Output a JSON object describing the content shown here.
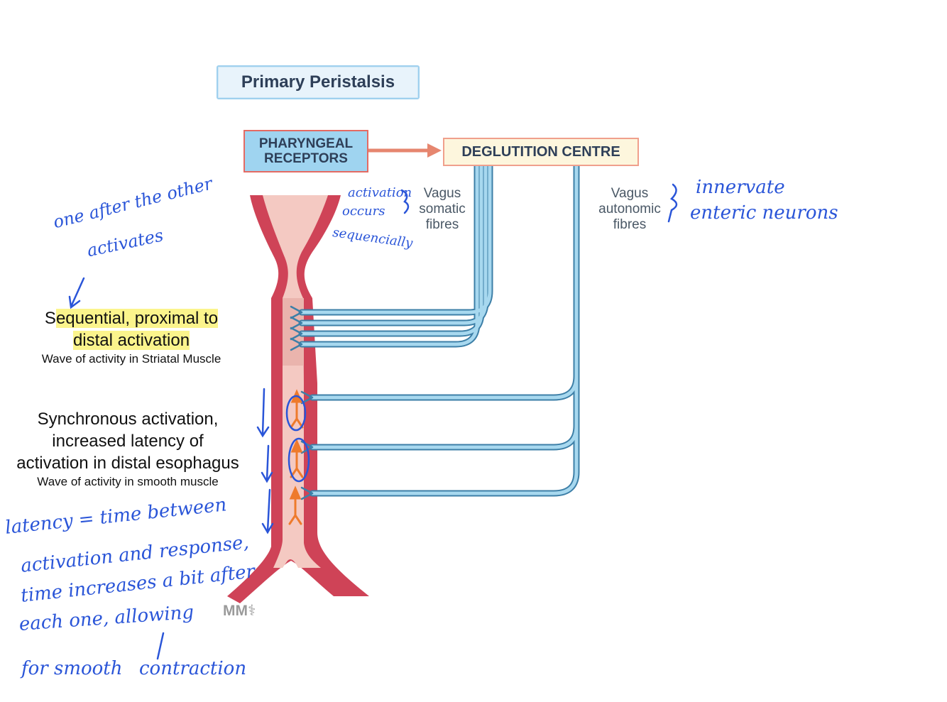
{
  "title": "Primary Peristalsis",
  "boxes": {
    "pharyngeal_line1": "PHARYNGEAL",
    "pharyngeal_line2": "RECEPTORS",
    "deglutition": "DEGLUTITION CENTRE"
  },
  "fibres": {
    "somatic": [
      "Vagus",
      "somatic",
      "fibres"
    ],
    "autonomic": [
      "Vagus",
      "autonomic",
      "fibres"
    ]
  },
  "labels": {
    "striated_heading_1_pre": "S",
    "striated_heading_1_hl": "equential, proximal to",
    "striated_heading_2": "distal activation",
    "striated_sub": "Wave of activity in Striatal Muscle",
    "smooth_heading_1": "Synchronous activation,",
    "smooth_heading_2": "increased latency of",
    "smooth_heading_3": "activation in distal esophagus",
    "smooth_sub": "Wave of activity in smooth muscle"
  },
  "logo": "MM⚕",
  "handwritten": {
    "one_after_1": "one after the other",
    "one_after_2": "activates",
    "activation_1": "activation",
    "activation_2": "occurs",
    "activation_3": "sequencially",
    "innervate_1": "innervate",
    "innervate_2": "enteric neurons",
    "latency_1": "latency = time between",
    "latency_2": "activation and response,",
    "latency_3": "time increases a bit after",
    "latency_4": "each one, allowing",
    "latency_5": "for smooth",
    "latency_6": "contraction"
  },
  "colors": {
    "muscle": "#cf4357",
    "lumen": "#f4c9c2",
    "fibre": "#a7d8ef",
    "fibre_outline": "#3d7fa7",
    "neuron": "#ee7a2c",
    "ink": "#2a55d8"
  }
}
